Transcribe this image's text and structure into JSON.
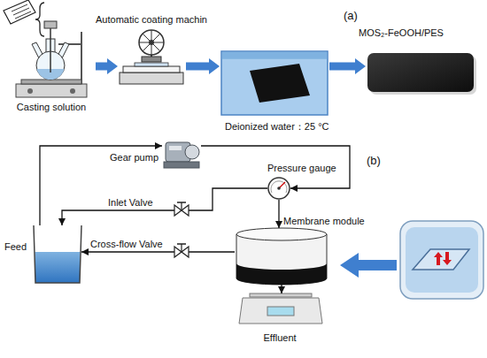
{
  "diagram": {
    "nodes": [
      {
        "text": [
          "Casting solution"
        ]
      },
      {
        "text": [
          "Automatic coating machin"
        ]
      },
      {
        "text": [
          "Deionized water：25 °C"
        ]
      },
      {
        "text": [
          "MOS₂-FeOOH/PES"
        ]
      },
      {
        "text": [
          "Feed"
        ]
      },
      {
        "text": [
          "Gear pump"
        ]
      },
      {
        "text": [
          "Pressure gauge"
        ]
      },
      {
        "text": [
          "Membrane module"
        ]
      },
      {
        "text": [
          "Effluent"
        ]
      }
    ],
    "edges": [
      {
        "from": 0,
        "to": 1,
        "arrow": "to"
      },
      {
        "from": 1,
        "to": 2,
        "arrow": "to"
      },
      {
        "from": 2,
        "to": 3,
        "arrow": "to"
      },
      {
        "from": 4,
        "to": 5,
        "arrow": "to"
      },
      {
        "from": 5,
        "to": 6,
        "arrow": "to"
      },
      {
        "from": 6,
        "to": 7,
        "arrow": "to"
      },
      {
        "from": 6,
        "to": 4,
        "arrow": "to"
      },
      {
        "from": 7,
        "to": 4,
        "arrow": "to"
      },
      {
        "from": 7,
        "to": 8,
        "arrow": "to"
      }
    ],
    "labels": [
      "(a)",
      "(b)",
      "Inlet Valve",
      "Cross-flow Valve"
    ]
  }
}
